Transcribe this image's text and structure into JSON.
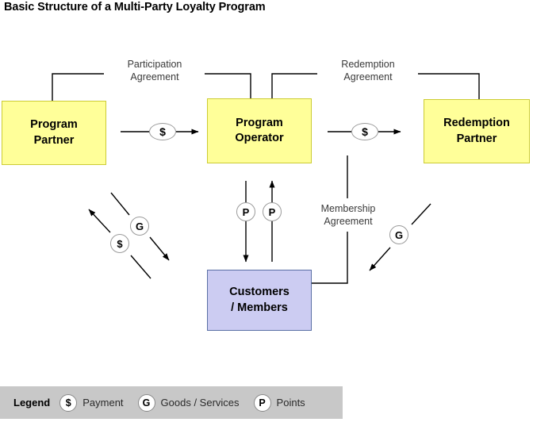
{
  "title": "Basic Structure of a Multi-Party Loyalty Program",
  "nodes": {
    "program_partner": {
      "line1": "Program",
      "line2": "Partner"
    },
    "program_operator": {
      "line1": "Program",
      "line2": "Operator"
    },
    "redemption_partner": {
      "line1": "Redemption",
      "line2": "Partner"
    },
    "customers": {
      "line1": "Customers",
      "line2": "/ Members"
    }
  },
  "edge_labels": {
    "participation": {
      "line1": "Participation",
      "line2": "Agreement"
    },
    "redemption": {
      "line1": "Redemption",
      "line2": "Agreement"
    },
    "membership": {
      "line1": "Membership",
      "line2": "Agreement"
    }
  },
  "badges": {
    "payment": "$",
    "goods": "G",
    "points": "P"
  },
  "legend": {
    "title": "Legend",
    "items": [
      {
        "symbol": "$",
        "label": "Payment"
      },
      {
        "symbol": "G",
        "label": "Goods / Services"
      },
      {
        "symbol": "P",
        "label": "Points"
      }
    ]
  },
  "colors": {
    "partner_fill": "#ffff99",
    "partner_border": "#cccc33",
    "customers_fill": "#ccccf2",
    "customers_border": "#5a6fa5",
    "legend_bg": "#c8c8c8",
    "line": "#000000"
  }
}
